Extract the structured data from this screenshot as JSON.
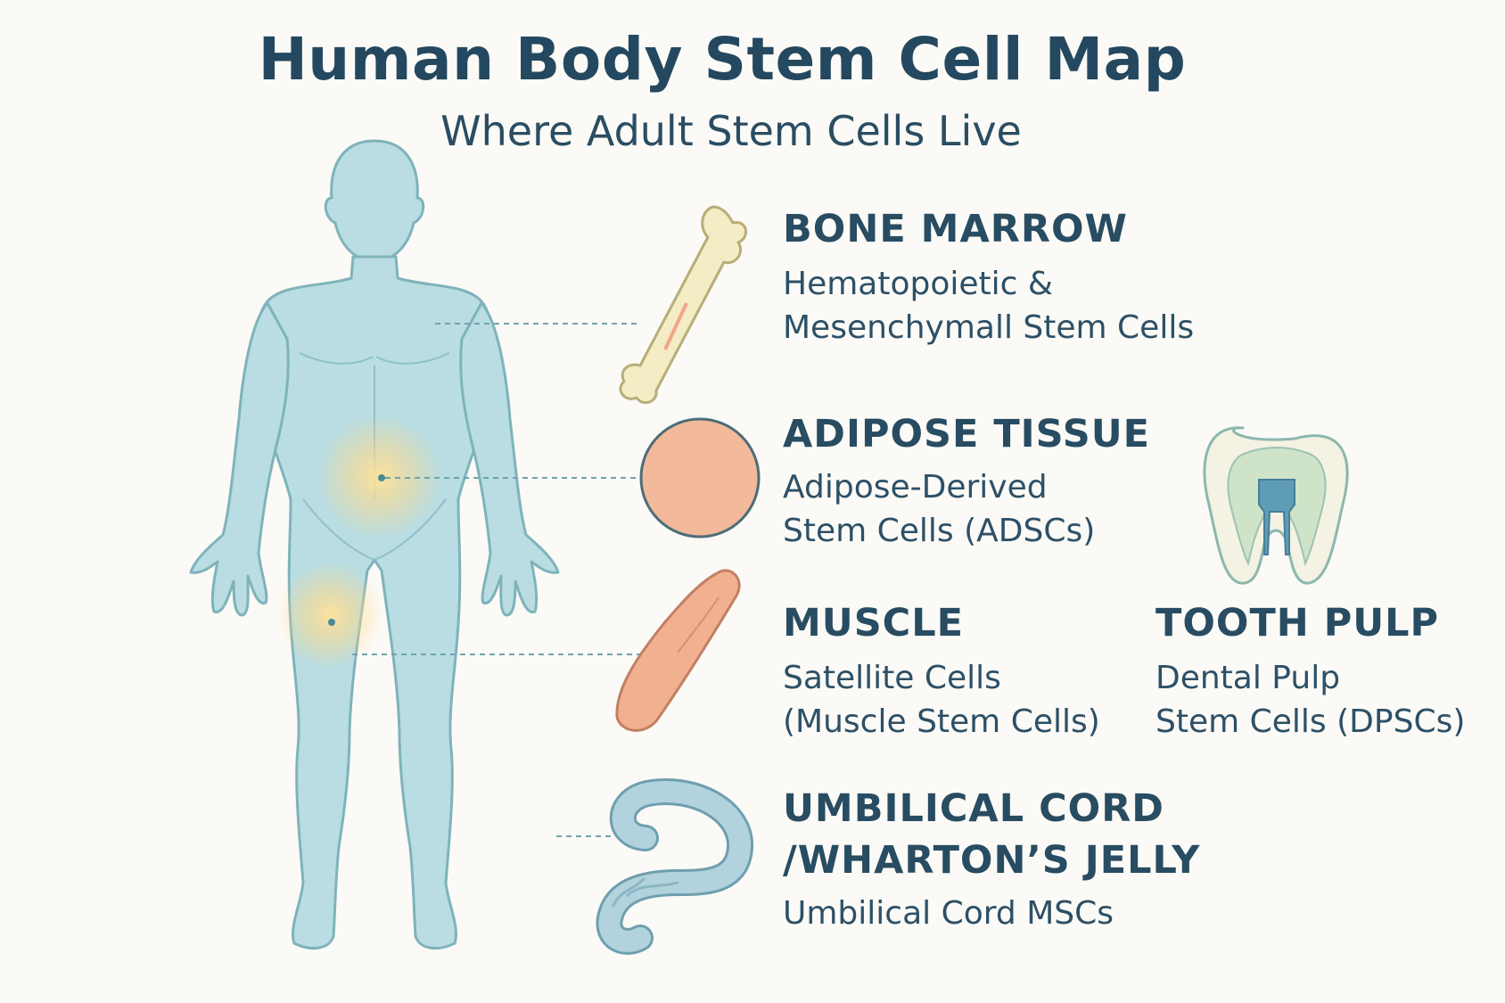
{
  "header": {
    "title": "Human Body Stem Cell Map",
    "subtitle": "Where Adult Stem Cells Live"
  },
  "sources": [
    {
      "key": "bone_marrow",
      "icon": "bone-icon",
      "title": "BONE MARROW",
      "desc_line1": "Hematopoietic &",
      "desc_line2": "Mesenchymall Stem Cells"
    },
    {
      "key": "adipose",
      "icon": "fat-cell-icon",
      "title": "ADIPOSE TISSUE",
      "desc_line1": "Adipose-Derived",
      "desc_line2": "Stem Cells (ADSCs)"
    },
    {
      "key": "muscle",
      "icon": "muscle-icon",
      "title": "MUSCLE",
      "desc_line1": "Satellite Cells",
      "desc_line2": "(Muscle Stem Cells)"
    },
    {
      "key": "tooth_pulp",
      "icon": "tooth-icon",
      "title": "TOOTH PULP",
      "desc_line1": "Dental Pulp",
      "desc_line2": "Stem Cells (DPSCs)"
    },
    {
      "key": "umbilical",
      "icon": "umbilical-cord-icon",
      "title_line1": "UMBILICAL CORD",
      "title_line2": "/WHARTON’S JELLY",
      "desc_line1": "Umbilical Cord MSCs"
    }
  ],
  "colors": {
    "body": "#b9dde2",
    "body_outline": "#7fb3bb",
    "heading": "#24485f",
    "bone": "#f4ecc4",
    "fat": "#f2b99b",
    "muscle": "#f1b090",
    "cord": "#a9ccd8",
    "highlight": "#ffd98a",
    "connector": "#6fa3ad"
  }
}
